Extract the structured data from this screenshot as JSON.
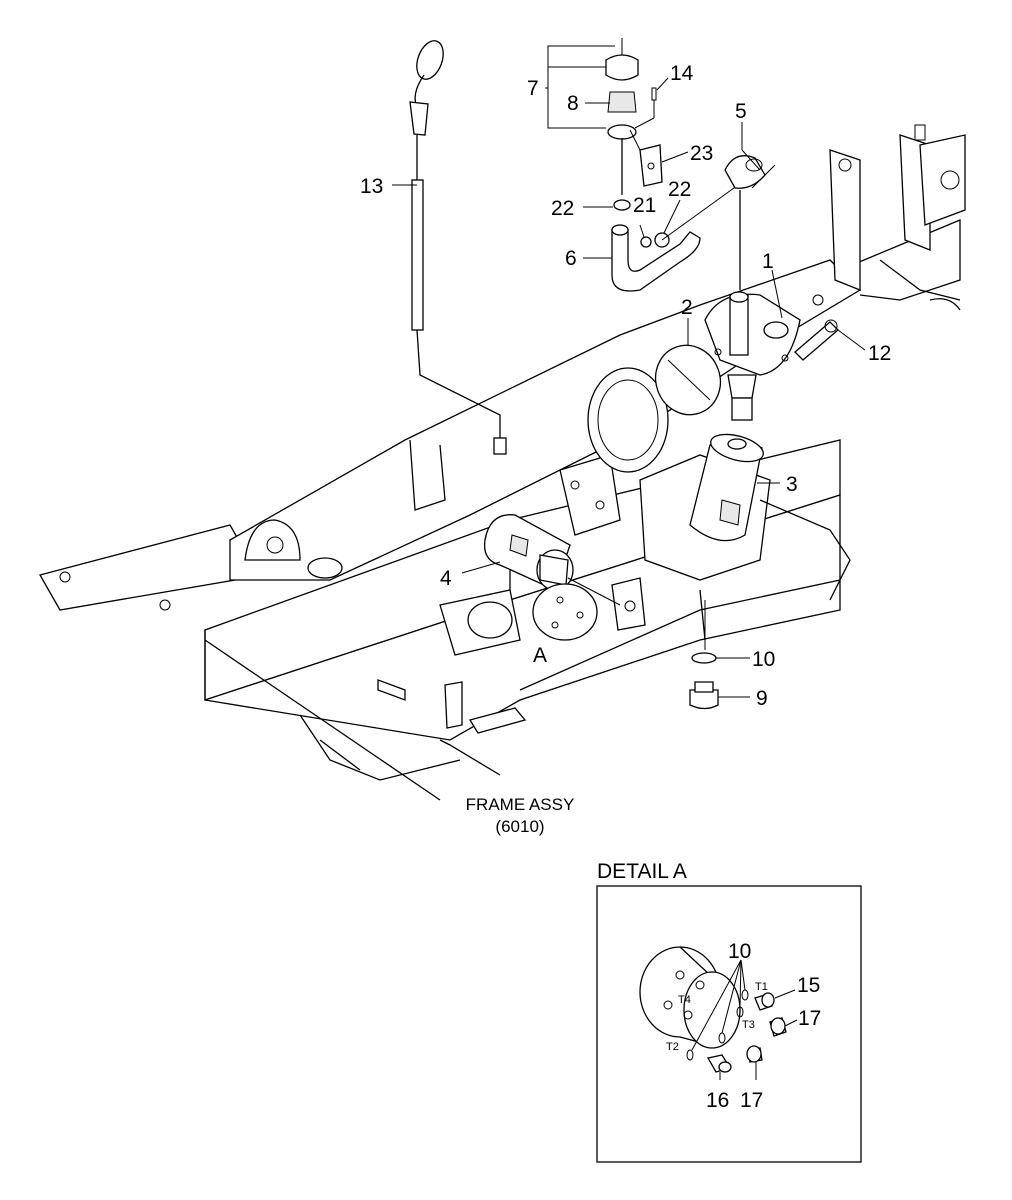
{
  "diagram": {
    "frame_label": "FRAME ASSY",
    "frame_code": "(6010)",
    "detail_title": "DETAIL A",
    "detail_ref": "A",
    "callouts": {
      "c1": "1",
      "c2": "2",
      "c3": "3",
      "c4": "4",
      "c5": "5",
      "c6": "6",
      "c7": "7",
      "c8": "8",
      "c9": "9",
      "c10": "10",
      "c12": "12",
      "c13": "13",
      "c14": "14",
      "c21": "21",
      "c22a": "22",
      "c22b": "22",
      "c23": "23"
    },
    "detail_callouts": {
      "d10": "10",
      "d15": "15",
      "d16": "16",
      "d17a": "17",
      "d17b": "17"
    },
    "torque_marks": {
      "t1": "T1",
      "t2": "T2",
      "t3": "T3",
      "t4": "T4"
    }
  }
}
